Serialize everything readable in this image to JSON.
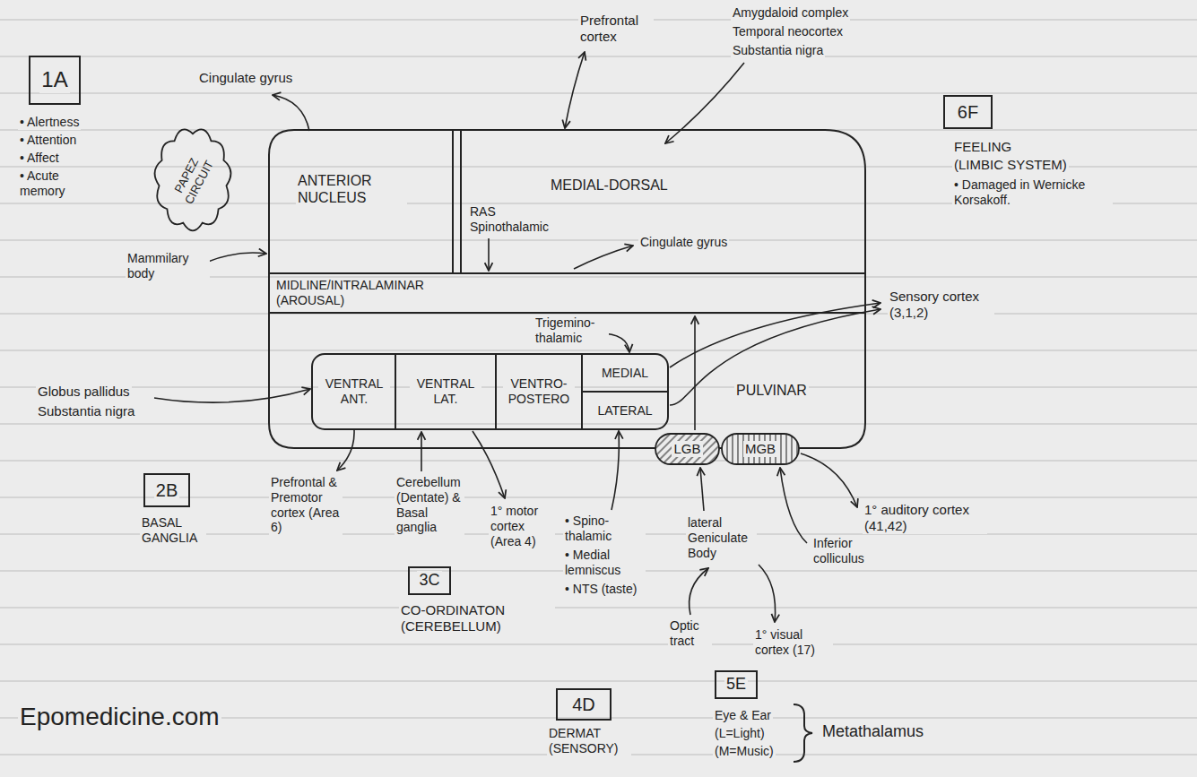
{
  "diagram": {
    "nodes": [
      {
        "text": [
          "1A"
        ]
      },
      {
        "text": [
          "PAPEZ CIRCUIT"
        ]
      },
      {
        "text": [
          "ANTERIOR NUCLEUS"
        ]
      },
      {
        "text": [
          "MEDIAL-DORSAL"
        ]
      },
      {
        "text": [
          "MIDLINE/INTRALAMINAR (AROUSAL)"
        ]
      },
      {
        "text": [
          "VENTRAL ANT."
        ]
      },
      {
        "text": [
          "VENTRAL LAT."
        ]
      },
      {
        "text": [
          "VENTRO- POSTERO"
        ]
      },
      {
        "text": [
          "MEDIAL"
        ]
      },
      {
        "text": [
          "LATERAL"
        ]
      },
      {
        "text": [
          "PULVINAR"
        ]
      },
      {
        "text": [
          "LGB"
        ]
      },
      {
        "text": [
          "MGB"
        ]
      },
      {
        "text": [
          "2B"
        ]
      },
      {
        "text": [
          "3C"
        ]
      },
      {
        "text": [
          "4D"
        ]
      },
      {
        "text": [
          "5E"
        ]
      },
      {
        "text": [
          "6F"
        ]
      }
    ],
    "labels": [
      "Cingulate gyrus",
      "• Alertness",
      "• Attention",
      "• Affect",
      "• Acute memory",
      "Prefrontal cortex",
      "Amygdaloid complex",
      "Temporal neocortex",
      "Substantia nigra",
      "FEELING",
      "(LIMBIC SYSTEM)",
      "• Damaged in Wernicke Korsakoff.",
      "Mammilary body",
      "RAS Spinothalamic",
      "Cingulate gyrus",
      "Trigemino-thalamic",
      "Sensory cortex (3,1,2)",
      "Globus pallidus",
      "Substantia nigra",
      "Prefrontal & Premotor cortex (Area 6)",
      "Cerebellum (Dentate) & Basal ganglia",
      "1° motor cortex (Area 4)",
      "• Spino-thalamic",
      "• Medial lemniscus",
      "• NTS (taste)",
      "lateral Geniculate Body",
      "1° auditory cortex (41,42)",
      "Inferior colliculus",
      "Optic tract",
      "1° visual cortex (17)",
      "BASAL GANGLIA",
      "CO-ORDINATON (CEREBELLUM)",
      "DERMAT (SENSORY)",
      "Eye & Ear",
      "(L=Light)",
      "(M=Music)",
      "Metathalamus",
      "Epomedicine.com"
    ]
  }
}
